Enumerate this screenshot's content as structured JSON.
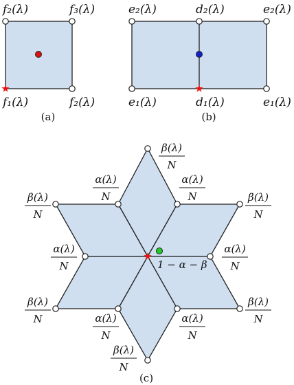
{
  "panel_a": {
    "caption": "(a)",
    "labels": {
      "top_left": "f₂(λ)",
      "top_right": "f₃(λ)",
      "bottom_left": "f₁(λ)",
      "bottom_right": "f₂(λ)"
    },
    "colors": {
      "center_dot": "#dd1111",
      "star": "#ee1111"
    }
  },
  "panel_b": {
    "caption": "(b)",
    "labels": {
      "top_left": "e₂(λ)",
      "top_mid": "d₂(λ)",
      "top_right": "e₂(λ)",
      "bottom_left": "e₁(λ)",
      "bottom_mid": "d₁(λ)",
      "bottom_right": "e₁(λ)"
    },
    "colors": {
      "mid_dot": "#1122cc",
      "star": "#ee1111"
    }
  },
  "panel_c": {
    "caption": "(c)",
    "fractions": {
      "top": {
        "num": "β(λ)",
        "den": "N"
      },
      "upper_left_inner": {
        "num": "α(λ)",
        "den": "N"
      },
      "upper_right_inner": {
        "num": "α(λ)",
        "den": "N"
      },
      "upper_left_outer": {
        "num": "β(λ)",
        "den": "N"
      },
      "upper_right_outer": {
        "num": "β(λ)",
        "den": "N"
      },
      "left": {
        "num": "α(λ)",
        "den": "N"
      },
      "right": {
        "num": "α(λ)",
        "den": "N"
      },
      "lower_left_outer": {
        "num": "β(λ)",
        "den": "N"
      },
      "lower_right_outer": {
        "num": "β(λ)",
        "den": "N"
      },
      "lower_left_inner": {
        "num": "α(λ)",
        "den": "N"
      },
      "lower_right_inner": {
        "num": "α(λ)",
        "den": "N"
      },
      "bottom": {
        "num": "β(λ)",
        "den": "N"
      }
    },
    "center_label": "1 − α − β",
    "colors": {
      "green_dot": "#22cc22",
      "star": "#ee1111",
      "fill": "#cfdff0"
    }
  }
}
